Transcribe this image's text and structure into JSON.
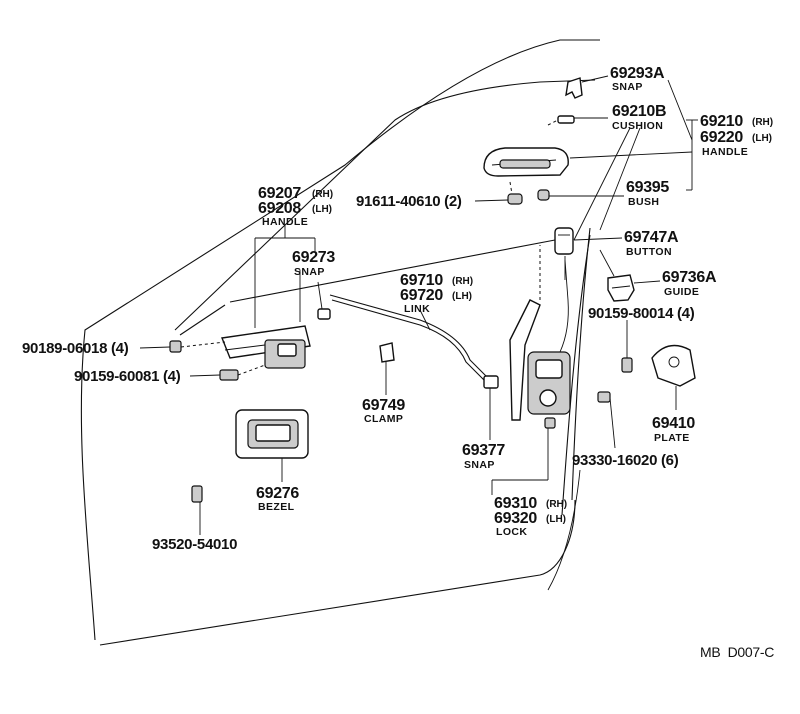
{
  "diagram_code": "MB  D007-C",
  "parts": {
    "snap_69293a": {
      "number": "69293A",
      "name": "SNAP"
    },
    "cushion_69210b": {
      "number": "69210B",
      "name": "CUSHION"
    },
    "handle_outside": {
      "number_rh": "69210",
      "number_lh": "69220",
      "side_rh": "(RH)",
      "side_lh": "(LH)",
      "name": "HANDLE"
    },
    "bush_69395": {
      "number": "69395",
      "name": "BUSH"
    },
    "bolt_91611": {
      "number": "91611-40610 (2)"
    },
    "handle_inside": {
      "number_rh": "69207",
      "number_lh": "69208",
      "side_rh": "(RH)",
      "side_lh": "(LH)",
      "name": "HANDLE"
    },
    "button_69747a": {
      "number": "69747A",
      "name": "BUTTON"
    },
    "snap_69273": {
      "number": "69273",
      "name": "SNAP"
    },
    "guide_69736a": {
      "number": "69736A",
      "name": "GUIDE"
    },
    "link": {
      "number_rh": "69710",
      "number_lh": "69720",
      "side_rh": "(RH)",
      "side_lh": "(LH)",
      "name": "LINK"
    },
    "screw_90159_80014": {
      "number": "90159-80014 (4)"
    },
    "nut_90189": {
      "number": "90189-06018 (4)"
    },
    "screw_90159_60081": {
      "number": "90159-60081 (4)"
    },
    "clamp_69749": {
      "number": "69749",
      "name": "CLAMP"
    },
    "plate_69410": {
      "number": "69410",
      "name": "PLATE"
    },
    "screw_93330": {
      "number": "93330-16020 (6)"
    },
    "snap_69377": {
      "number": "69377",
      "name": "SNAP"
    },
    "bezel_69276": {
      "number": "69276",
      "name": "BEZEL"
    },
    "lock": {
      "number_rh": "69310",
      "number_lh": "69320",
      "side_rh": "(RH)",
      "side_lh": "(LH)",
      "name": "LOCK"
    },
    "screw_93520": {
      "number": "93520-54010"
    }
  }
}
